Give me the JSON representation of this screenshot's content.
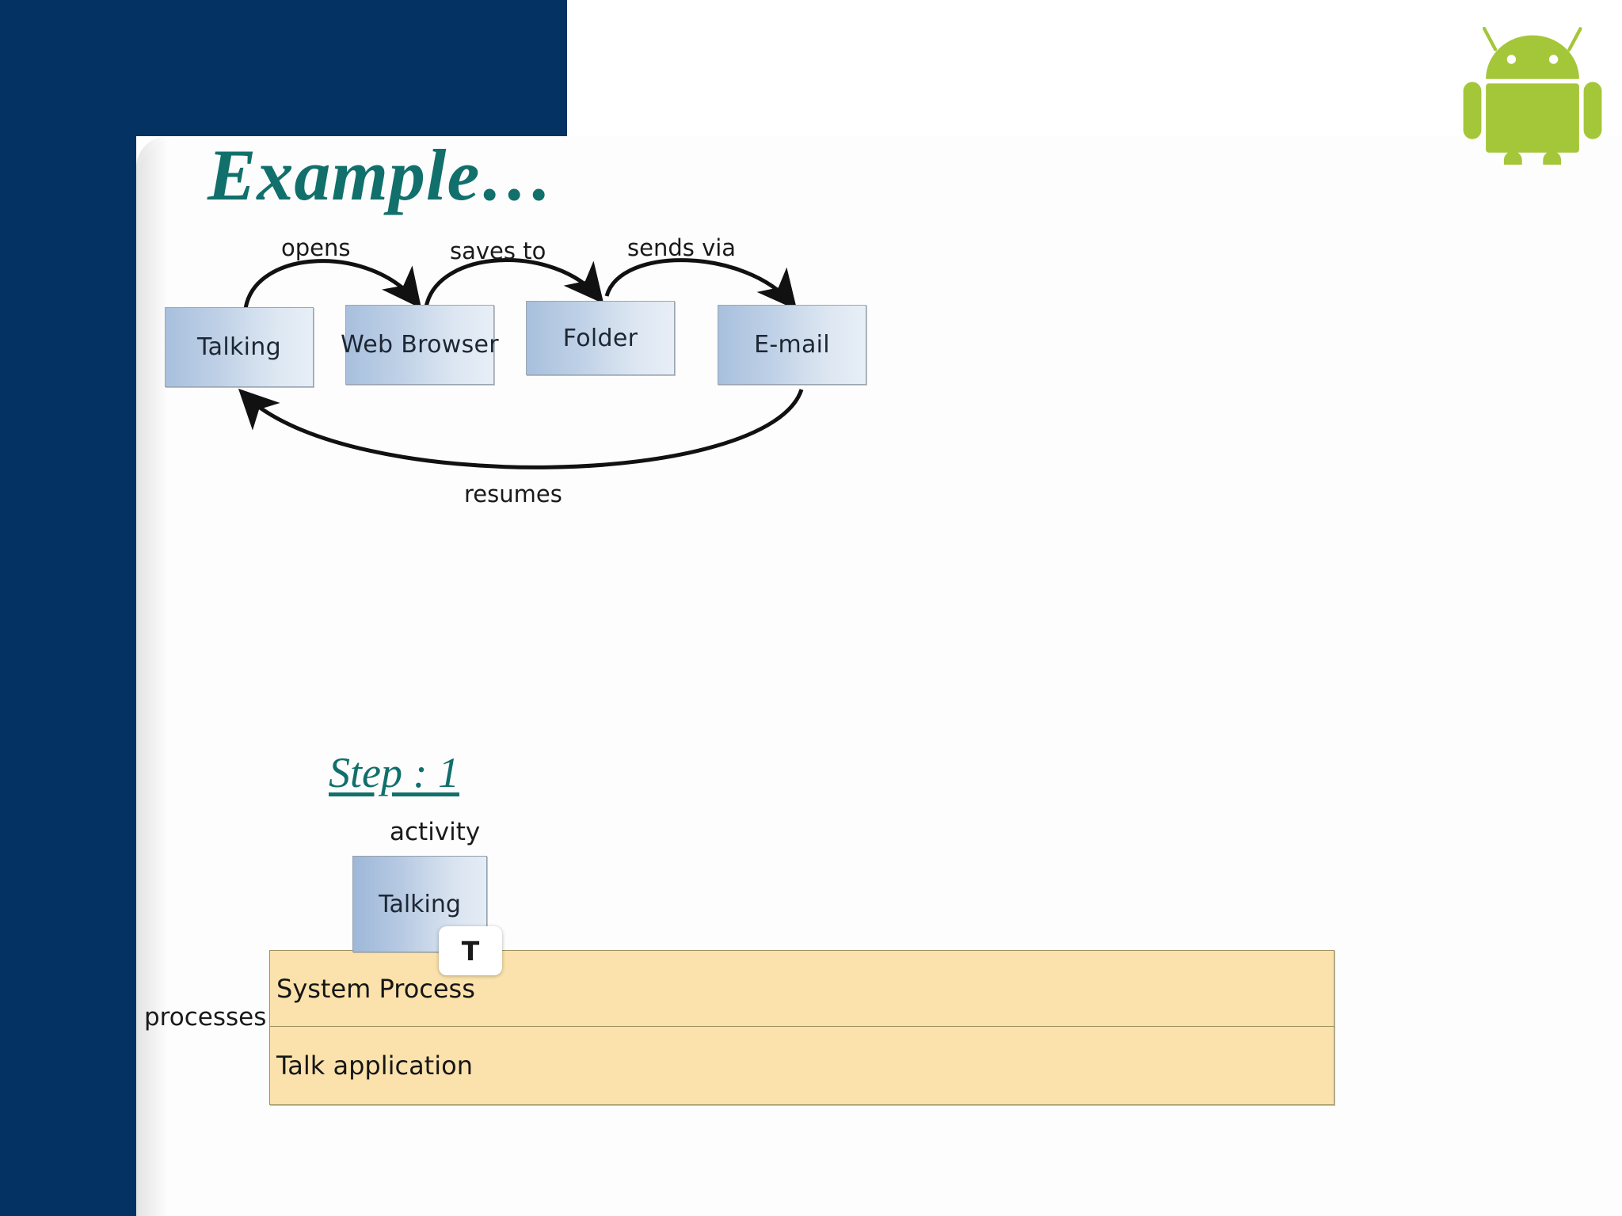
{
  "slide": {
    "title": "Example…",
    "step_label": "Step : 1",
    "theme": {
      "navy": "#043263",
      "teal": "#11706b",
      "android_green": "#a4c639",
      "box_blue_dark": "#a8c0dd",
      "box_blue_light": "#e7eef6",
      "process_yellow": "#fbe2ac"
    },
    "logo": {
      "name": "android-robot-logo"
    }
  },
  "flow_diagram": {
    "nodes": [
      {
        "id": "talking",
        "label": "Talking"
      },
      {
        "id": "web-browser",
        "label": "Web Browser"
      },
      {
        "id": "folder",
        "label": "Folder"
      },
      {
        "id": "email",
        "label": "E-mail"
      }
    ],
    "edges": [
      {
        "from": "talking",
        "to": "web-browser",
        "label": "opens"
      },
      {
        "from": "web-browser",
        "to": "folder",
        "label": "saves to"
      },
      {
        "from": "folder",
        "to": "email",
        "label": "sends via"
      },
      {
        "from": "email",
        "to": "talking",
        "label": "resumes"
      }
    ]
  },
  "step_diagram": {
    "activity_caption": "activity",
    "processes_caption": "processes",
    "activity": {
      "label": "Talking",
      "badge": "T"
    },
    "processes": [
      {
        "label": "System Process"
      },
      {
        "label": "Talk application"
      }
    ]
  }
}
